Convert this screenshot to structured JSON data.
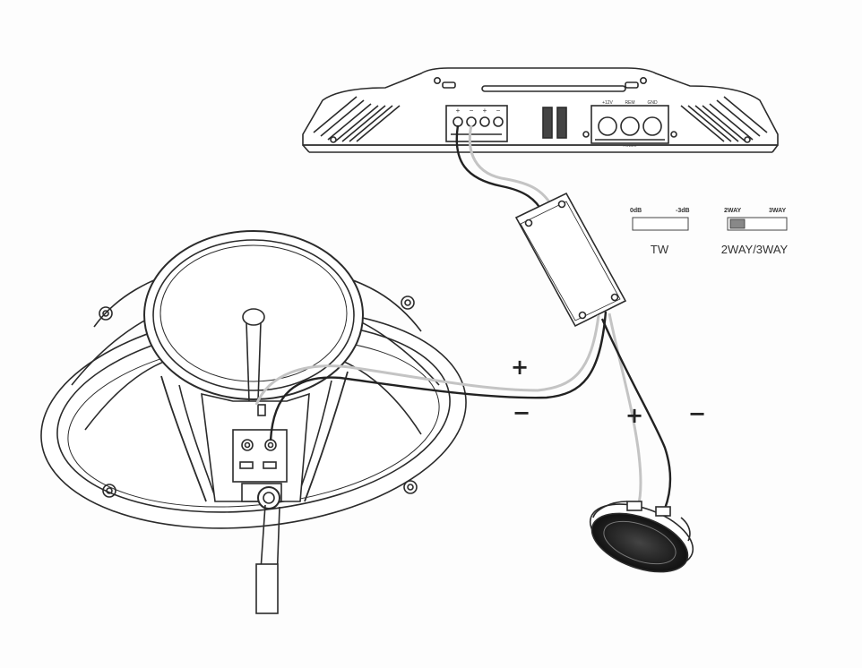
{
  "amplifier": {
    "input_labels": [
      "+",
      "−",
      "+",
      "−"
    ],
    "power_labels": [
      "+12V",
      "REM",
      "GND"
    ],
    "power_caption": "POWER"
  },
  "tw_switch": {
    "left_label": "0dB",
    "right_label": "-3dB",
    "caption": "TW"
  },
  "way_switch": {
    "left_label": "2WAY",
    "right_label": "3WAY",
    "caption": "2WAY/3WAY"
  },
  "woofer_signs": {
    "plus": "+",
    "minus": "−"
  },
  "tweeter_signs": {
    "plus": "+",
    "minus": "−"
  },
  "colors": {
    "line": "#2b2b2b",
    "wire_dark": "#222222",
    "wire_light": "#bdbdbd",
    "paper": "#fdfdfd"
  }
}
